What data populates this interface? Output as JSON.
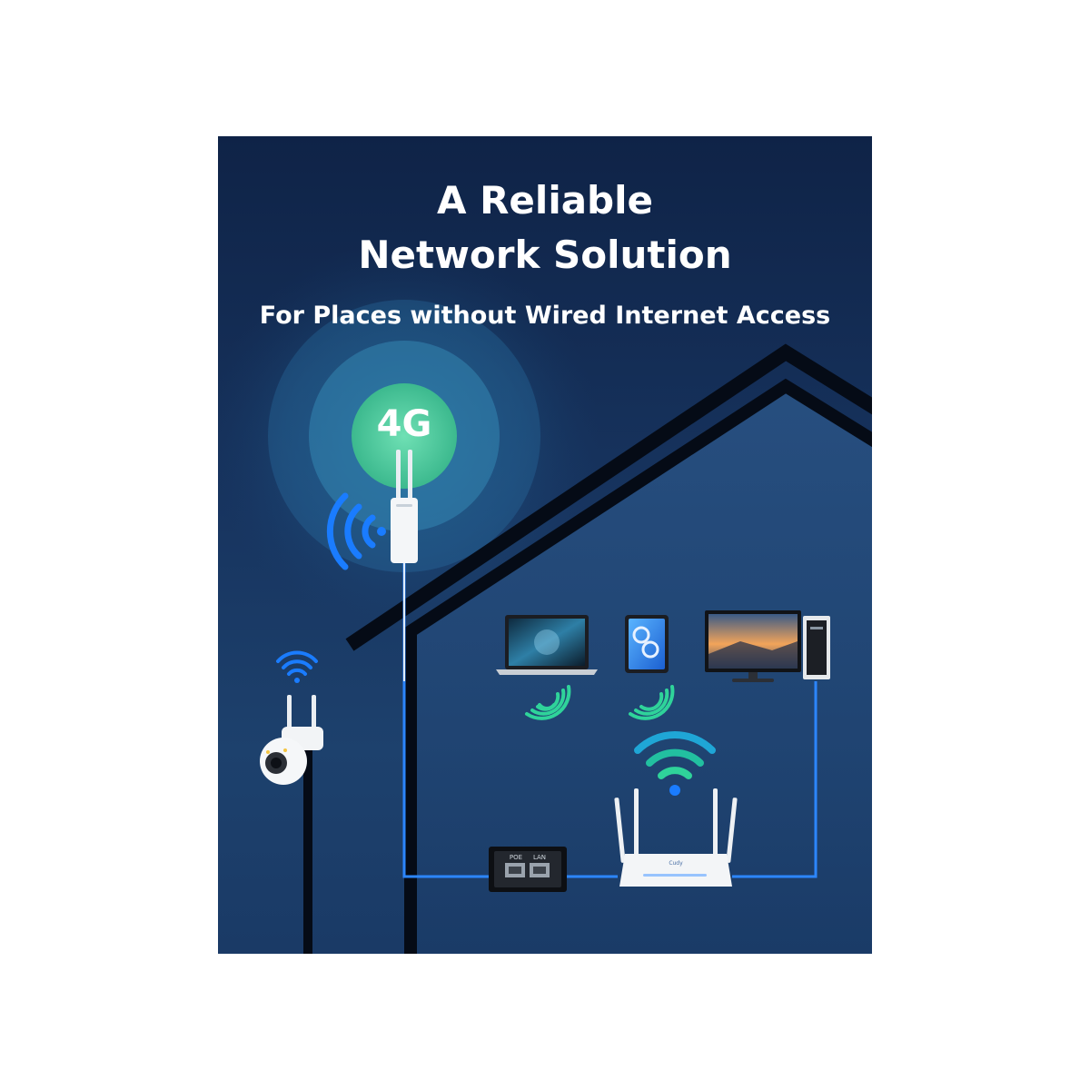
{
  "title_line_1": "A Reliable",
  "title_line_2": "Network Solution",
  "subtitle": "For Places without Wired Internet Access",
  "badge_4g": "4G",
  "poe_injector": {
    "port_1": "POE",
    "port_2": "LAN"
  },
  "router_brand": "Cudy",
  "colors": {
    "background": "#17345f",
    "wifi_blue": "#1a7cff",
    "wifi_green": "#2fd39a",
    "cable": "#2c86ff",
    "roof": "#050b16"
  },
  "icons": [
    "wifi-icon",
    "4g-signal-icon",
    "router-icon",
    "laptop-icon",
    "tablet-icon",
    "desktop-icon",
    "camera-icon",
    "poe-injector-icon"
  ]
}
